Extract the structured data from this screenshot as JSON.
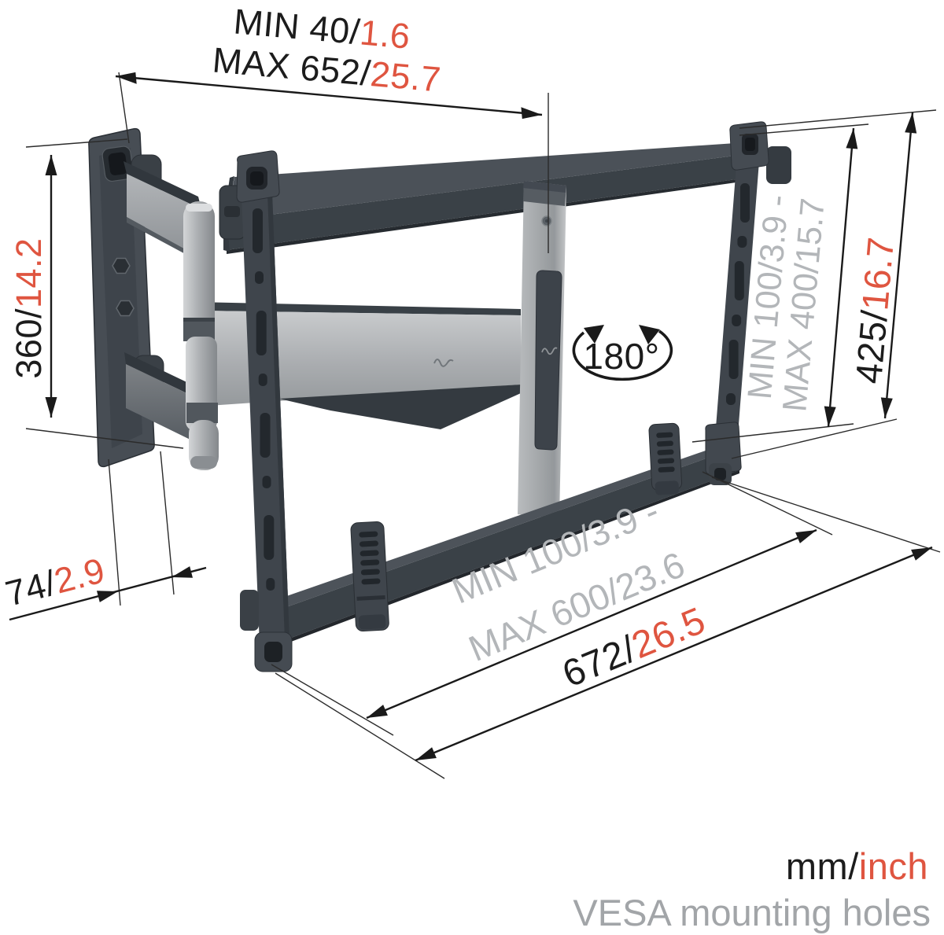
{
  "diagram": {
    "dimensions": {
      "top1": {
        "metric": "MIN 40/",
        "imperial": "1.6"
      },
      "top2": {
        "metric": "MAX 652/",
        "imperial": "25.7"
      },
      "left": {
        "metric": "360/",
        "imperial": "14.2"
      },
      "depth": {
        "metric": "74/",
        "imperial": "2.9"
      },
      "vesaV1": "MIN 100/3.9 -",
      "vesaV2": "MAX 400/15.7",
      "right": {
        "metric": "425/",
        "imperial": "16.7"
      },
      "vesaH1": "MIN 100/3.9 -",
      "vesaH2": "MAX 600/23.6",
      "bottom": {
        "metric": "672/",
        "imperial": "26.5"
      },
      "swivel": "180°"
    },
    "legend": {
      "metric": "mm",
      "separator": "/",
      "imperial": "inch",
      "caption": "VESA mounting holes"
    },
    "colors": {
      "accent": "#df5540",
      "labelGray": "#b3b6b9",
      "captionGray": "#a2a5a8",
      "line": "#1a1a1a",
      "metalDark": "#3d434a",
      "metalSilver": "#a7aaad"
    }
  }
}
